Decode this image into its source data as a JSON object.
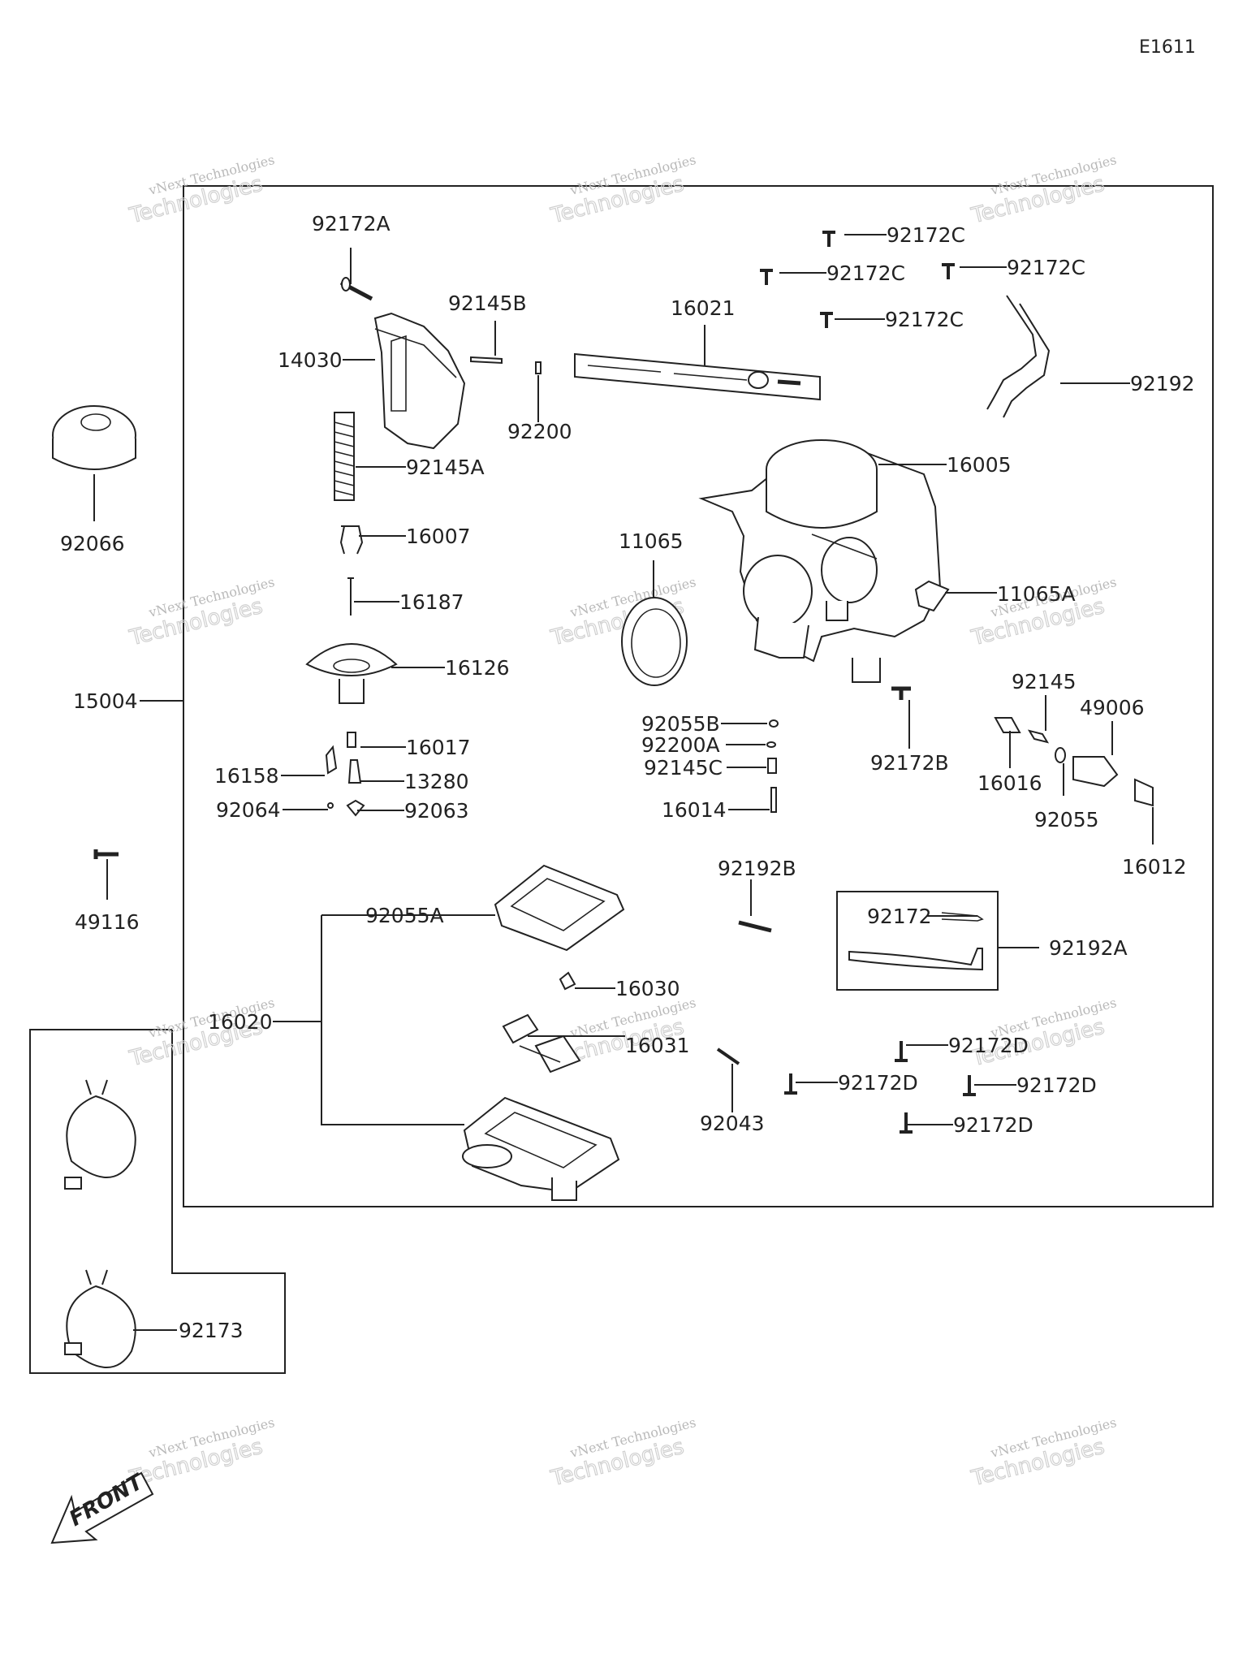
{
  "diagram_code": "E1611",
  "watermark": {
    "line1": "vNext",
    "line2": "vNext Technologies",
    "line3": "Technologies"
  },
  "labels": {
    "p92172A": "92172A",
    "p92145B": "92145B",
    "p16021": "16021",
    "p92172C_1": "92172C",
    "p92172C_2": "92172C",
    "p92172C_3": "92172C",
    "p92172C_4": "92172C",
    "p92192": "92192",
    "p14030": "14030",
    "p92200": "92200",
    "p92066": "92066",
    "p92145A": "92145A",
    "p16005": "16005",
    "p16007": "16007",
    "p11065": "11065",
    "p16187": "16187",
    "p11065A": "11065A",
    "p16126": "16126",
    "p15004": "15004",
    "p92145": "92145",
    "p49006": "49006",
    "p92055B": "92055B",
    "p16017": "16017",
    "p92200A": "92200A",
    "p16158": "16158",
    "p13280": "13280",
    "p92145C": "92145C",
    "p92172B": "92172B",
    "p16016": "16016",
    "p92064": "92064",
    "p92063": "92063",
    "p16014": "16014",
    "p92055": "92055",
    "p16012": "16012",
    "p49116": "49116",
    "p92192B": "92192B",
    "p92055A": "92055A",
    "p92172": "92172",
    "p92192A": "92192A",
    "p16030": "16030",
    "p16020": "16020",
    "p16031": "16031",
    "p92172D_1": "92172D",
    "p92043": "92043",
    "p92172D_2": "92172D",
    "p92172D_3": "92172D",
    "p92172D_4": "92172D",
    "p92173": "92173",
    "front": "FRONT"
  }
}
